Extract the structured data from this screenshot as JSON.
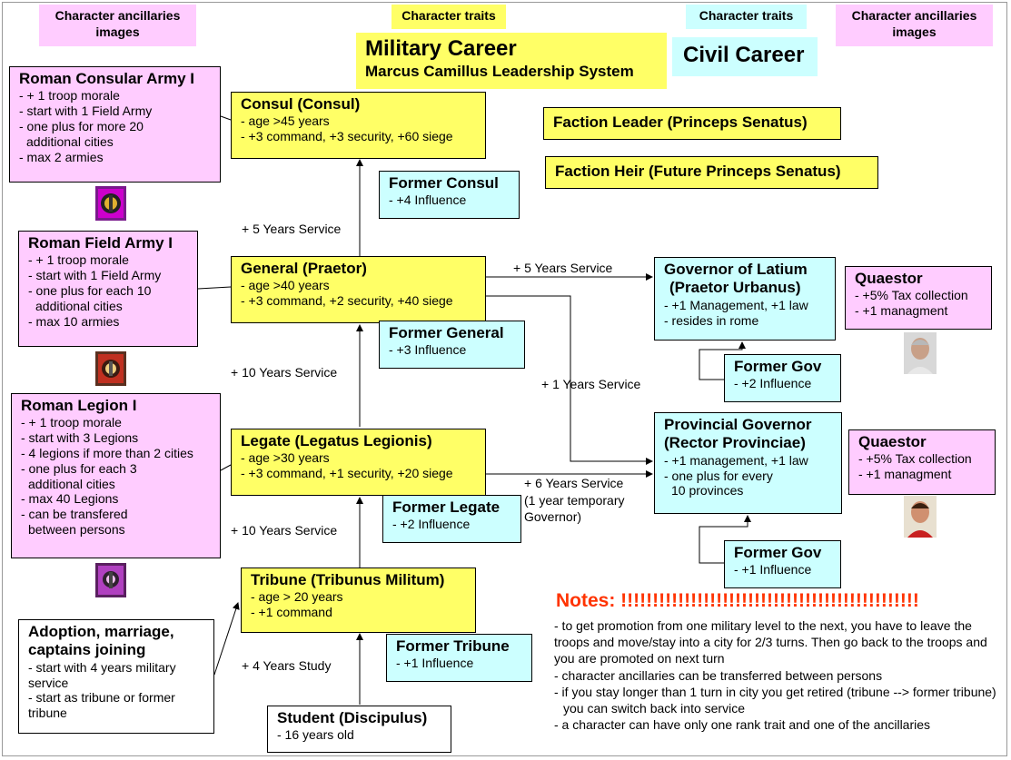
{
  "headers": {
    "ancillaries_left": "Character ancillaries images",
    "traits_military": "Character traits",
    "traits_civil": "Character traits",
    "ancillaries_right": "Character ancillaries images"
  },
  "title": {
    "military": "Military Career",
    "military_sub": "Marcus Camillus Leadership System",
    "civil": "Civil Career"
  },
  "ancillaries": {
    "consular": {
      "title": "Roman Consular Army I",
      "lines": [
        "- + 1 troop morale",
        "- start with 1 Field Army",
        "- one plus for more 20",
        "  additional cities",
        "- max 2 armies"
      ]
    },
    "field": {
      "title": "Roman Field Army I",
      "lines": [
        "- + 1 troop morale",
        "- start with 1 Field Army",
        "- one plus for each 10",
        "  additional cities",
        "- max 10 armies"
      ]
    },
    "legion": {
      "title": "Roman Legion I",
      "lines": [
        "- + 1 troop morale",
        "- start with 3 Legions",
        "- 4 legions if more than 2 cities",
        "- one plus for each 3",
        "  additional cities",
        "- max 40 Legions",
        "- can be transfered",
        "  between persons"
      ]
    }
  },
  "military": {
    "consul": {
      "title": "Consul  (Consul)",
      "lines": [
        "- age >45 years",
        "- +3 command, +3 security, +60 siege"
      ]
    },
    "general": {
      "title": "General (Praetor)",
      "lines": [
        "- age >40 years",
        "- +3 command, +2 security, +40 siege"
      ]
    },
    "legate": {
      "title": "Legate (Legatus Legionis)",
      "lines": [
        "- age >30 years",
        "- +3 command, +1 security, +20 siege"
      ]
    },
    "tribune": {
      "title": "Tribune (Tribunus Militum)",
      "lines": [
        "- age > 20 years",
        "- +1 command"
      ]
    },
    "student": {
      "title": "Student (Discipulus)",
      "lines": [
        "- 16 years old"
      ]
    },
    "adoption": {
      "title": "Adoption, marriage, captains joining",
      "lines": [
        "- start with 4 years military service",
        "- start as tribune or former tribune"
      ]
    }
  },
  "former": {
    "consul": {
      "title": "Former Consul",
      "line": "- +4 Influence"
    },
    "general": {
      "title": "Former General",
      "line": "- +3 Influence"
    },
    "legate": {
      "title": "Former Legate",
      "line": "- +2 Influence"
    },
    "tribune": {
      "title": "Former Tribune",
      "line": "- +1 Influence"
    }
  },
  "civil": {
    "faction_leader": "Faction Leader (Princeps Senatus)",
    "faction_heir": "Faction Heir (Future Princeps Senatus)",
    "governor_latium": {
      "title1": "Governor of Latium",
      "title2": "(Praetor Urbanus)",
      "lines": [
        "- +1 Management, +1 law",
        "- resides in rome"
      ]
    },
    "provincial": {
      "title1": "Provincial Governor",
      "title2": "(Rector Provinciae)",
      "lines": [
        "- +1 management, +1 law",
        "- one plus for every",
        "  10 provinces"
      ]
    },
    "former_gov_1": {
      "title": "Former Gov",
      "line": "- +2 Influence"
    },
    "former_gov_2": {
      "title": "Former Gov",
      "line": "- +1 Influence"
    },
    "quaestor_1": {
      "title": "Quaestor",
      "lines": [
        "- +5% Tax collection",
        "- +1 managment"
      ]
    },
    "quaestor_2": {
      "title": "Quaestor",
      "lines": [
        "- +5% Tax collection",
        "- +1 managment"
      ]
    }
  },
  "transitions": {
    "five_years_consul": "+ 5 Years Service",
    "ten_years_general": "+ 10 Years Service",
    "ten_years_legate": "+ 10 Years Service",
    "four_years_study": "+ 4 Years Study",
    "five_years_latium": "+ 5 Years Service",
    "one_year": "+ 1 Years Service",
    "six_years": "+ 6 Years Service",
    "six_years_note1": "(1 year temporary",
    "six_years_note2": "Governor)"
  },
  "notes": {
    "title": "Notes: !!!!!!!!!!!!!!!!!!!!!!!!!!!!!!!!!!!!!!!!!!!!!!!",
    "items": [
      "- to get promotion from one military level to the next, you have to leave the troops and move/stay into a city for 2/3 turns. Then go back to the troops  and you are promoted on next turn",
      "- character ancillaries can be transferred between persons",
      "- if you stay longer than 1 turn in  city you get retired (tribune --> former tribune)",
      "  you can switch back into service",
      "- a character can have only one rank trait and one of the ancillaries"
    ]
  },
  "icons": [
    "eagle-banner-icon",
    "field-army-banner-icon",
    "legion-banner-icon",
    "quaestor-portrait-old-icon",
    "quaestor-portrait-young-icon"
  ],
  "colors": {
    "ancillary": "#ffccff",
    "military": "#ffff66",
    "civil": "#ccffff",
    "notes_title": "#ff3300"
  }
}
